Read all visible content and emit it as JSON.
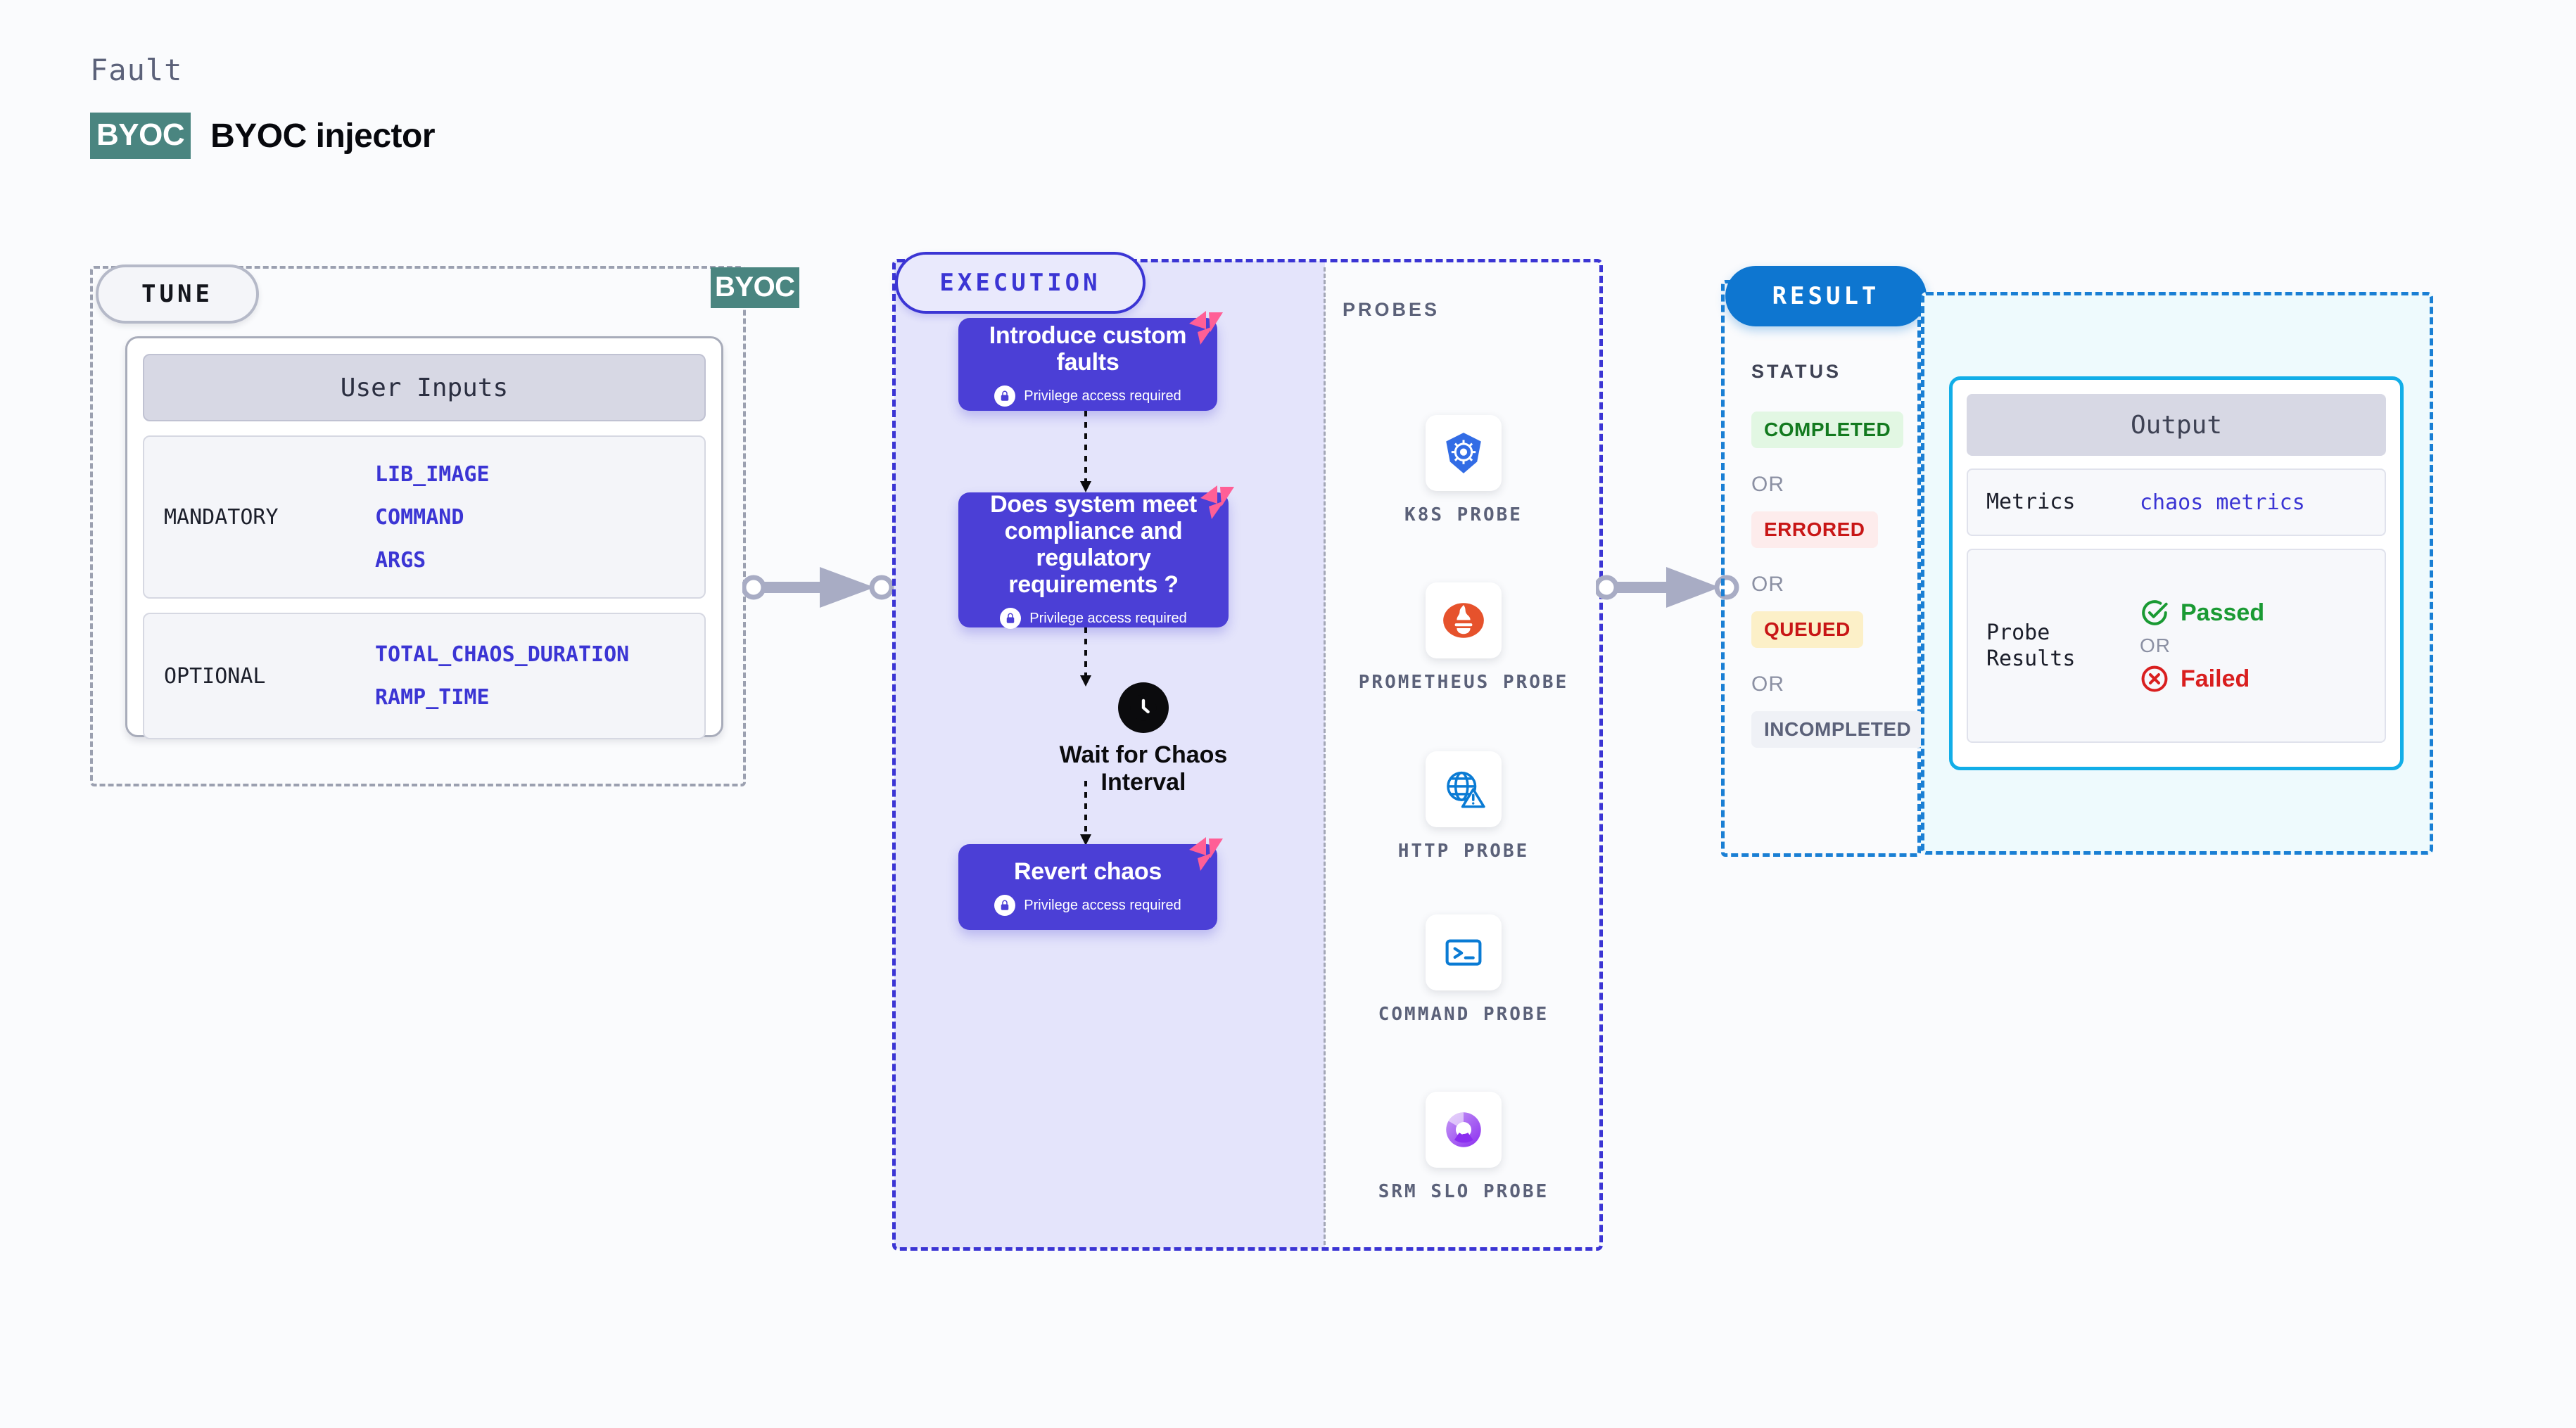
{
  "header": {
    "eyebrow": "Fault",
    "badge": "BYOC",
    "title": "BYOC injector"
  },
  "tune": {
    "pill_label": "TUNE",
    "boundary_badge": "BYOC",
    "card_title": "User Inputs",
    "groups": [
      {
        "label": "MANDATORY",
        "values": [
          "LIB_IMAGE",
          "COMMAND",
          "ARGS"
        ]
      },
      {
        "label": "OPTIONAL",
        "values": [
          "TOTAL_CHAOS_DURATION",
          "RAMP_TIME"
        ]
      }
    ]
  },
  "execution": {
    "pill_label": "EXECUTION",
    "privilege_note": "Privilege access required",
    "nodes": [
      {
        "title": "Introduce custom faults",
        "privileged": true,
        "badge": "harness-corner-badge"
      },
      {
        "title": "Does system meet compliance and regulatory requirements ?",
        "privileged": true,
        "badge": "harness-corner-badge"
      },
      {
        "title": "Revert chaos",
        "privileged": true,
        "badge": "harness-corner-badge"
      }
    ],
    "wait_node": {
      "icon": "clock-icon",
      "label": "Wait for Chaos Interval"
    }
  },
  "probes": {
    "section_title": "PROBES",
    "items": [
      {
        "label": "K8S PROBE",
        "icon": "kubernetes-icon"
      },
      {
        "label": "PROMETHEUS PROBE",
        "icon": "prometheus-icon"
      },
      {
        "label": "HTTP PROBE",
        "icon": "http-globe-warning-icon"
      },
      {
        "label": "COMMAND PROBE",
        "icon": "terminal-icon"
      },
      {
        "label": "SRM SLO PROBE",
        "icon": "srm-slo-donut-icon"
      }
    ]
  },
  "result": {
    "pill_label": "RESULT",
    "status_title": "STATUS",
    "or_label": "OR",
    "statuses": [
      {
        "label": "COMPLETED",
        "fg": "#137a1f",
        "bg": "#e2f7e3"
      },
      {
        "label": "ERRORED",
        "fg": "#c81616",
        "bg": "#fdecec"
      },
      {
        "label": "QUEUED",
        "fg": "#c81616",
        "bg": "#fcf0c8"
      },
      {
        "label": "INCOMPLETED",
        "fg": "#5b6179",
        "bg": "#eff1f6"
      }
    ]
  },
  "output": {
    "card_title": "Output",
    "rows": [
      {
        "key": "Metrics",
        "value": "chaos metrics",
        "type": "link"
      },
      {
        "key": "Probe Results",
        "type": "probe-results"
      }
    ],
    "probe_results": {
      "passed": "Passed",
      "or_label": "OR",
      "failed": "Failed"
    }
  },
  "colors": {
    "accent_indigo": "#4b3fd6",
    "accent_blue": "#0e76d0",
    "accent_cyan": "#12aee8",
    "accent_teal": "#4a8580",
    "accent_pink": "#ff5f96",
    "pass_green": "#1a9a33",
    "fail_red": "#d91f1f"
  }
}
